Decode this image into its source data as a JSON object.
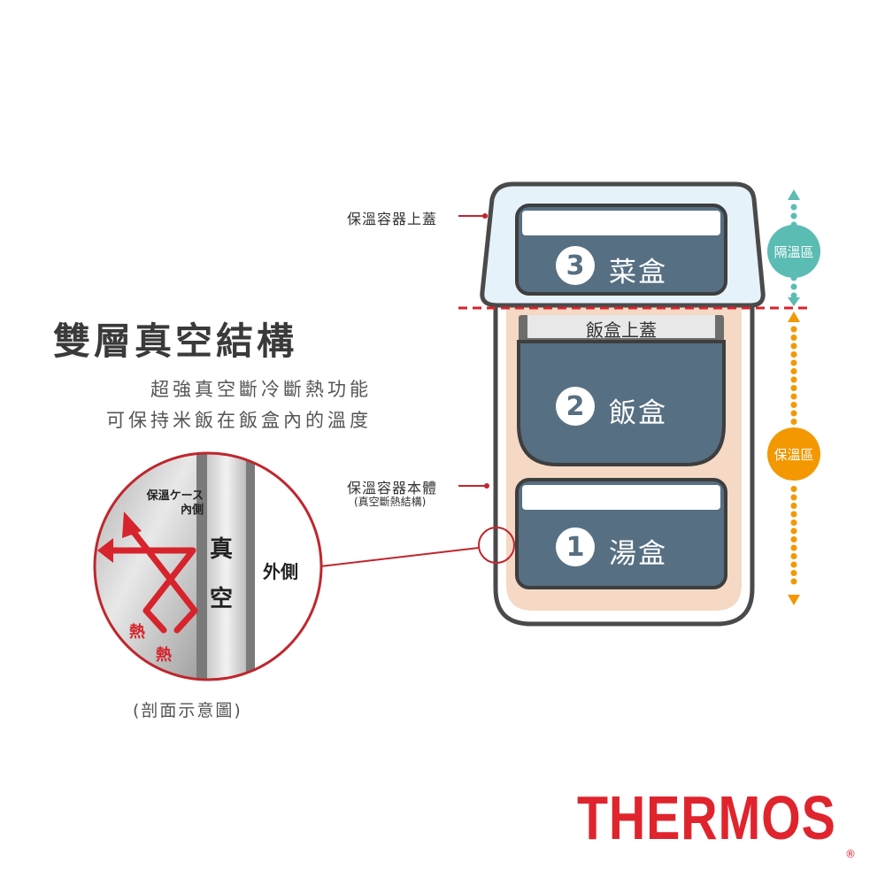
{
  "heading": {
    "title": "雙層真空結構",
    "line1": "超強真空斷冷斷熱功能",
    "line2": "可保持米飯在飯盒內的溫度"
  },
  "cross_section": {
    "inner_label_1": "保溫ケース",
    "inner_label_2": "內側",
    "vacuum_1": "真",
    "vacuum_2": "空",
    "outside": "外側",
    "heat_1": "熱",
    "heat_2": "熱",
    "caption": "(剖面示意圖)"
  },
  "callouts": {
    "lid": "保溫容器上蓋",
    "body": "保溫容器本體",
    "body_sub": "(真空斷熱結構)"
  },
  "containers": {
    "top_num": "3",
    "top_name": "菜盒",
    "rice_lid": "飯盒上蓋",
    "mid_num": "2",
    "mid_name": "飯盒",
    "bottom_num": "1",
    "bottom_name": "湯盒"
  },
  "zones": {
    "insulation": "隔溫區",
    "warm": "保溫區"
  },
  "brand": {
    "name": "THERMOS",
    "mark": "®"
  },
  "colors": {
    "red": "#e0242d",
    "slate": "#566f82",
    "teal": "#5bbcb4",
    "orange": "#f39800",
    "peach": "#f5d9c4",
    "lid_blue": "#e6f2fa"
  }
}
